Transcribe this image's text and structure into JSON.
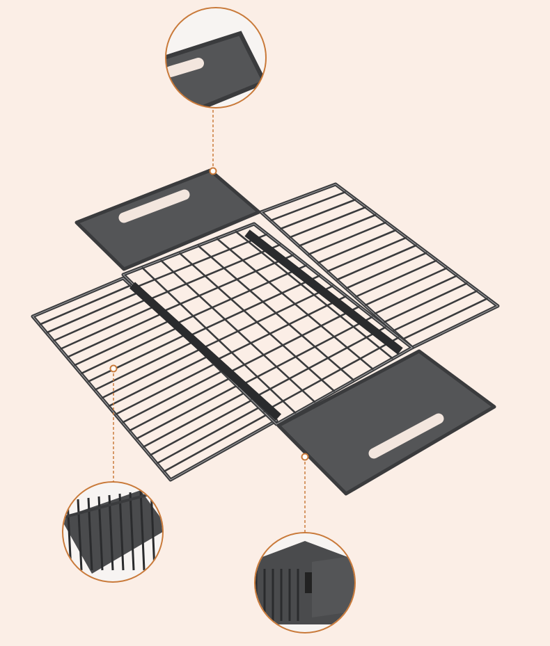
{
  "colors": {
    "background": "#fbeee6",
    "accent": "#c97a3a",
    "metal": "#3a3b3d",
    "board": "#545557",
    "handle_slot": "#f3e6de"
  },
  "callouts": [
    {
      "name": "board-edge-detail"
    },
    {
      "name": "wire-side-detail"
    },
    {
      "name": "hinge-corner-detail"
    }
  ]
}
